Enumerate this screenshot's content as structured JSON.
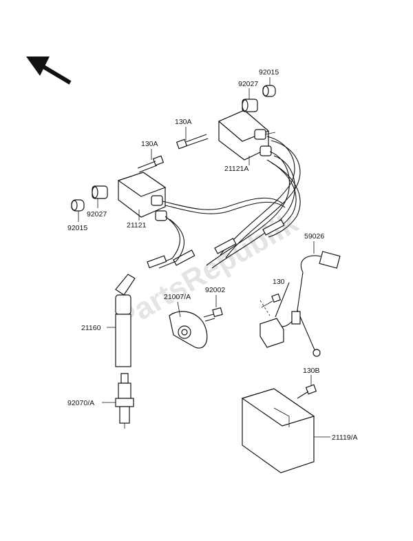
{
  "watermark": "PartsRepublik",
  "labels": {
    "p92015_top": "92015",
    "p92027_top": "92027",
    "p130A_right": "130A",
    "p130A_left": "130A",
    "p21121A": "21121A",
    "p92027_left": "92027",
    "p92015_left": "92015",
    "p21121": "21121",
    "p59026": "59026",
    "p130": "130",
    "p21007A": "21007/A",
    "p92002": "92002",
    "p21160": "21160",
    "p92070A": "92070/A",
    "p130B": "130B",
    "p21119A": "21119/A"
  }
}
